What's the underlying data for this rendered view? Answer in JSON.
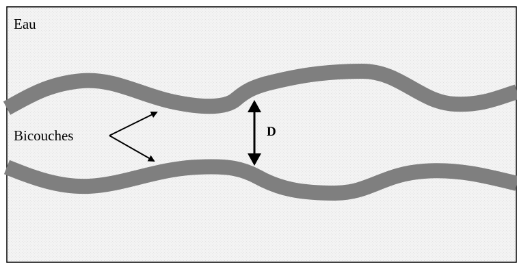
{
  "labels": {
    "medium": "Eau",
    "bilayers": "Bicouches",
    "distance": "D"
  },
  "colors": {
    "background": "#f2f2f2",
    "bilayer": "#808080",
    "border": "#000000",
    "arrow": "#000000"
  }
}
